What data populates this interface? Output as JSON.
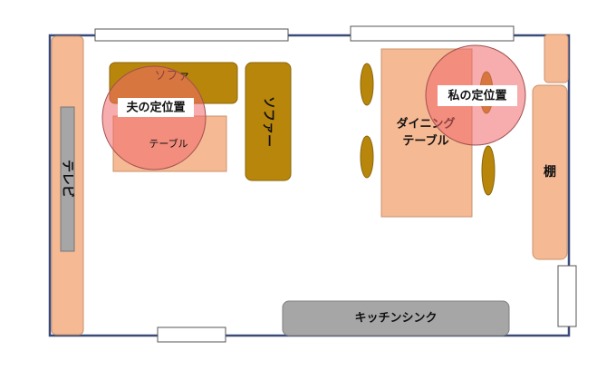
{
  "labels": {
    "sofa_top": "ソファ",
    "sofa_side": "ソファー",
    "low_table": "テーブル",
    "husband_spot": "夫の定位置",
    "my_spot": "私の定位置",
    "dining_table_line1": "ダイニング",
    "dining_table_line2": "テーブル",
    "tv": "テレビ",
    "shelf": "棚",
    "kitchen_sink": "キッチンシンク"
  },
  "colors": {
    "wall": "#3b4a78",
    "salmon": "#f5b994",
    "ochre": "#b8860b",
    "gray": "#a6a6a6",
    "spot_red": "#f06a6a"
  }
}
